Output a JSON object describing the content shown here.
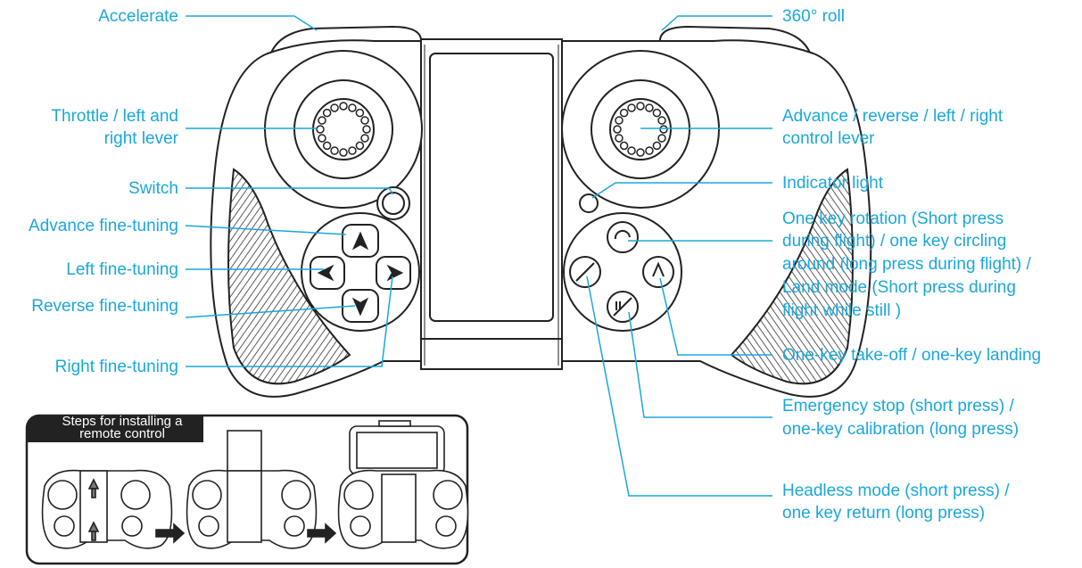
{
  "labels": {
    "accelerate": "Accelerate",
    "throttle_l1": "Throttle / left and",
    "throttle_l2": "right lever",
    "switch": "Switch",
    "advance_fine": "Advance fine-tuning",
    "left_fine": "Left fine-tuning",
    "reverse_fine": "Reverse fine-tuning",
    "right_fine": "Right fine-tuning",
    "roll": "360° roll",
    "advance_lever_l1": "Advance / reverse / left / right",
    "advance_lever_l2": "control lever",
    "indicator": "Indicator light",
    "rotation_l1": "One key rotation (Short press",
    "rotation_l2": "during flight) / one key circling",
    "rotation_l3": "around (long press during flight) /",
    "rotation_l4": "Land mode (Short press during",
    "rotation_l5": "flight while still )",
    "takeoff": "One-key take-off / one-key landing",
    "emergency_l1": "Emergency stop (short press) /",
    "emergency_l2": "one-key calibration (long press)",
    "headless_l1": "Headless mode (short press) /",
    "headless_l2": "one key return (long press)"
  },
  "steps": {
    "title_l1": "Steps for installing a",
    "title_l2": "remote control"
  },
  "colors": {
    "label": "#1aa7dc",
    "line": "#1aa7dc",
    "outline": "#222222"
  }
}
